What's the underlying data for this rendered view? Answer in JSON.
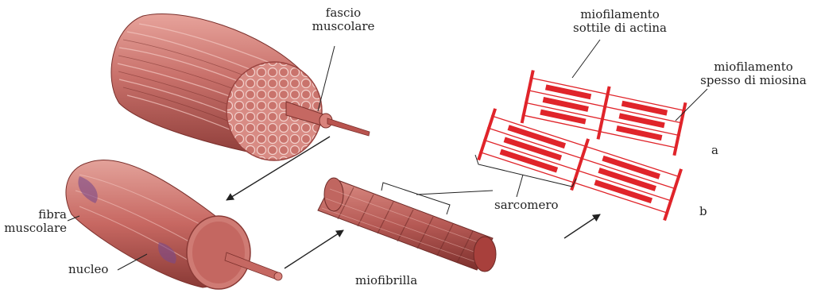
{
  "labels": {
    "fascio": {
      "line1": "fascio",
      "line2": "muscolare"
    },
    "fibra": {
      "line1": "fibra",
      "line2": "muscolare"
    },
    "nucleo": "nucleo",
    "miofibrilla": "miofibrilla",
    "actina": {
      "line1": "miofilamento",
      "line2": "sottile di actina"
    },
    "miosina": {
      "line1": "miofilamento",
      "line2": "spesso di miosina"
    },
    "sarcomero": "sarcomero",
    "a": "a",
    "b": "b"
  },
  "colors": {
    "muscle": "#c46a64",
    "muscle_dark": "#8e3b37",
    "muscle_light": "#e8aaa2",
    "filament_red": "#e0242a",
    "ink": "#222222"
  }
}
